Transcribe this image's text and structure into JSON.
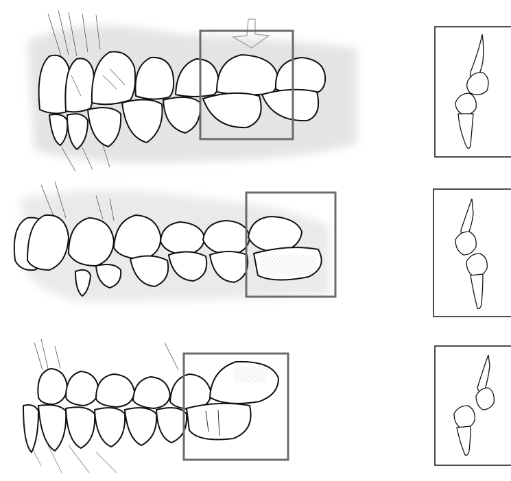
{
  "figure": {
    "rows": [
      {
        "id": "row-1",
        "teeth_upper": 7,
        "teeth_lower": 7,
        "inset": "tooth-pair-contact-1"
      },
      {
        "id": "row-2",
        "teeth_upper": 7,
        "teeth_lower": 6,
        "inset": "tooth-pair-contact-2"
      },
      {
        "id": "row-3",
        "teeth_upper": 6,
        "teeth_lower": 7,
        "inset": "tooth-pair-contact-3"
      }
    ],
    "colors": {
      "line": "#111111",
      "highlight_box": "#6b6b6b",
      "gum_shade": "#d9d9d9",
      "paper": "#ffffff"
    }
  }
}
